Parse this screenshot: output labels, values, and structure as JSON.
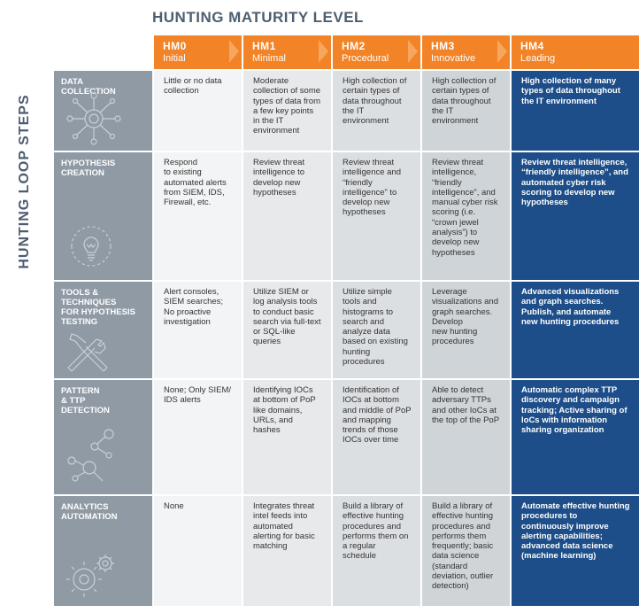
{
  "title": "HUNTING MATURITY LEVEL",
  "side_label": "HUNTING LOOP STEPS",
  "levels": [
    {
      "code": "HM0",
      "name": "Initial"
    },
    {
      "code": "HM1",
      "name": "Minimal"
    },
    {
      "code": "HM2",
      "name": "Procedural"
    },
    {
      "code": "HM3",
      "name": "Innovative"
    },
    {
      "code": "HM4",
      "name": "Leading"
    }
  ],
  "steps": [
    {
      "label": "DATA\nCOLLECTION",
      "icon": "data-collection-icon",
      "cells": [
        "Little or no data collection",
        "Moderate collection of some types of data from a few key points in the IT environment",
        "High collection of certain types of data throughout the IT environment",
        "High collection of certain types of data throughout the IT environment",
        "High collection of many types of data throughout the IT environment"
      ]
    },
    {
      "label": "HYPOTHESIS\nCREATION",
      "icon": "lightbulb-icon",
      "cells": [
        "Respond\nto  existing automated alerts from SIEM, IDS, Firewall, etc.",
        "Review threat intelligence to develop new hypotheses",
        "Review threat intelligence and “friendly intelligence” to develop new hypotheses",
        "Review threat intelligence, “friendly intelligence”, and manual cyber risk scoring (i.e. “crown jewel analysis”) to develop new hypotheses",
        "Review threat intelligence, “friendly intelligence”, and automated cyber risk scoring to develop new hypotheses"
      ]
    },
    {
      "label": "TOOLS &\nTECHNIQUES\nFOR HYPOTHESIS\nTESTING",
      "icon": "tools-icon",
      "cells": [
        "Alert consoles, SIEM searches; No proactive investigation",
        "Utilize SIEM or log analysis tools to conduct basic search via full-text or SQL-like queries",
        "Utilize simple tools and histograms to search and analyze data based on existing hunting procedures",
        "Leverage visualizations and graph searches. Develop\nnew hunting procedures",
        "Advanced visualizations and graph searches. Publish, and automate\nnew hunting procedures"
      ]
    },
    {
      "label": "PATTERN\n& TTP\nDETECTION",
      "icon": "pattern-search-icon",
      "cells": [
        "None; Only SIEM/ IDS alerts",
        "Identifying IOCs at bottom of PoP like domains, URLs, and hashes",
        "Identification of IOCs at bottom and middle of PoP and mapping trends of those IOCs over time",
        "Able to detect adversary TTPs and other IoCs at the top of the PoP",
        "Automatic complex TTP discovery and campaign tracking; Active sharing of IoCs with information sharing organization"
      ]
    },
    {
      "label": "ANALYTICS\nAUTOMATION",
      "icon": "gears-icon",
      "cells": [
        "None",
        "Integrates threat intel feeds into automated alerting for basic matching",
        "Build a library of effective hunting procedures and performs them on a regular schedule",
        "Build a library of effective hunting procedures and performs them frequently; basic data science (standard deviation, outlier detection)",
        "Automate effective hunting procedures to continuously improve alerting capabilities; advanced data science (machine learning)"
      ]
    }
  ],
  "colors": {
    "header_orange": "#f28327",
    "step_gray": "#8f9aa5",
    "leading_blue": "#1d4e89"
  }
}
